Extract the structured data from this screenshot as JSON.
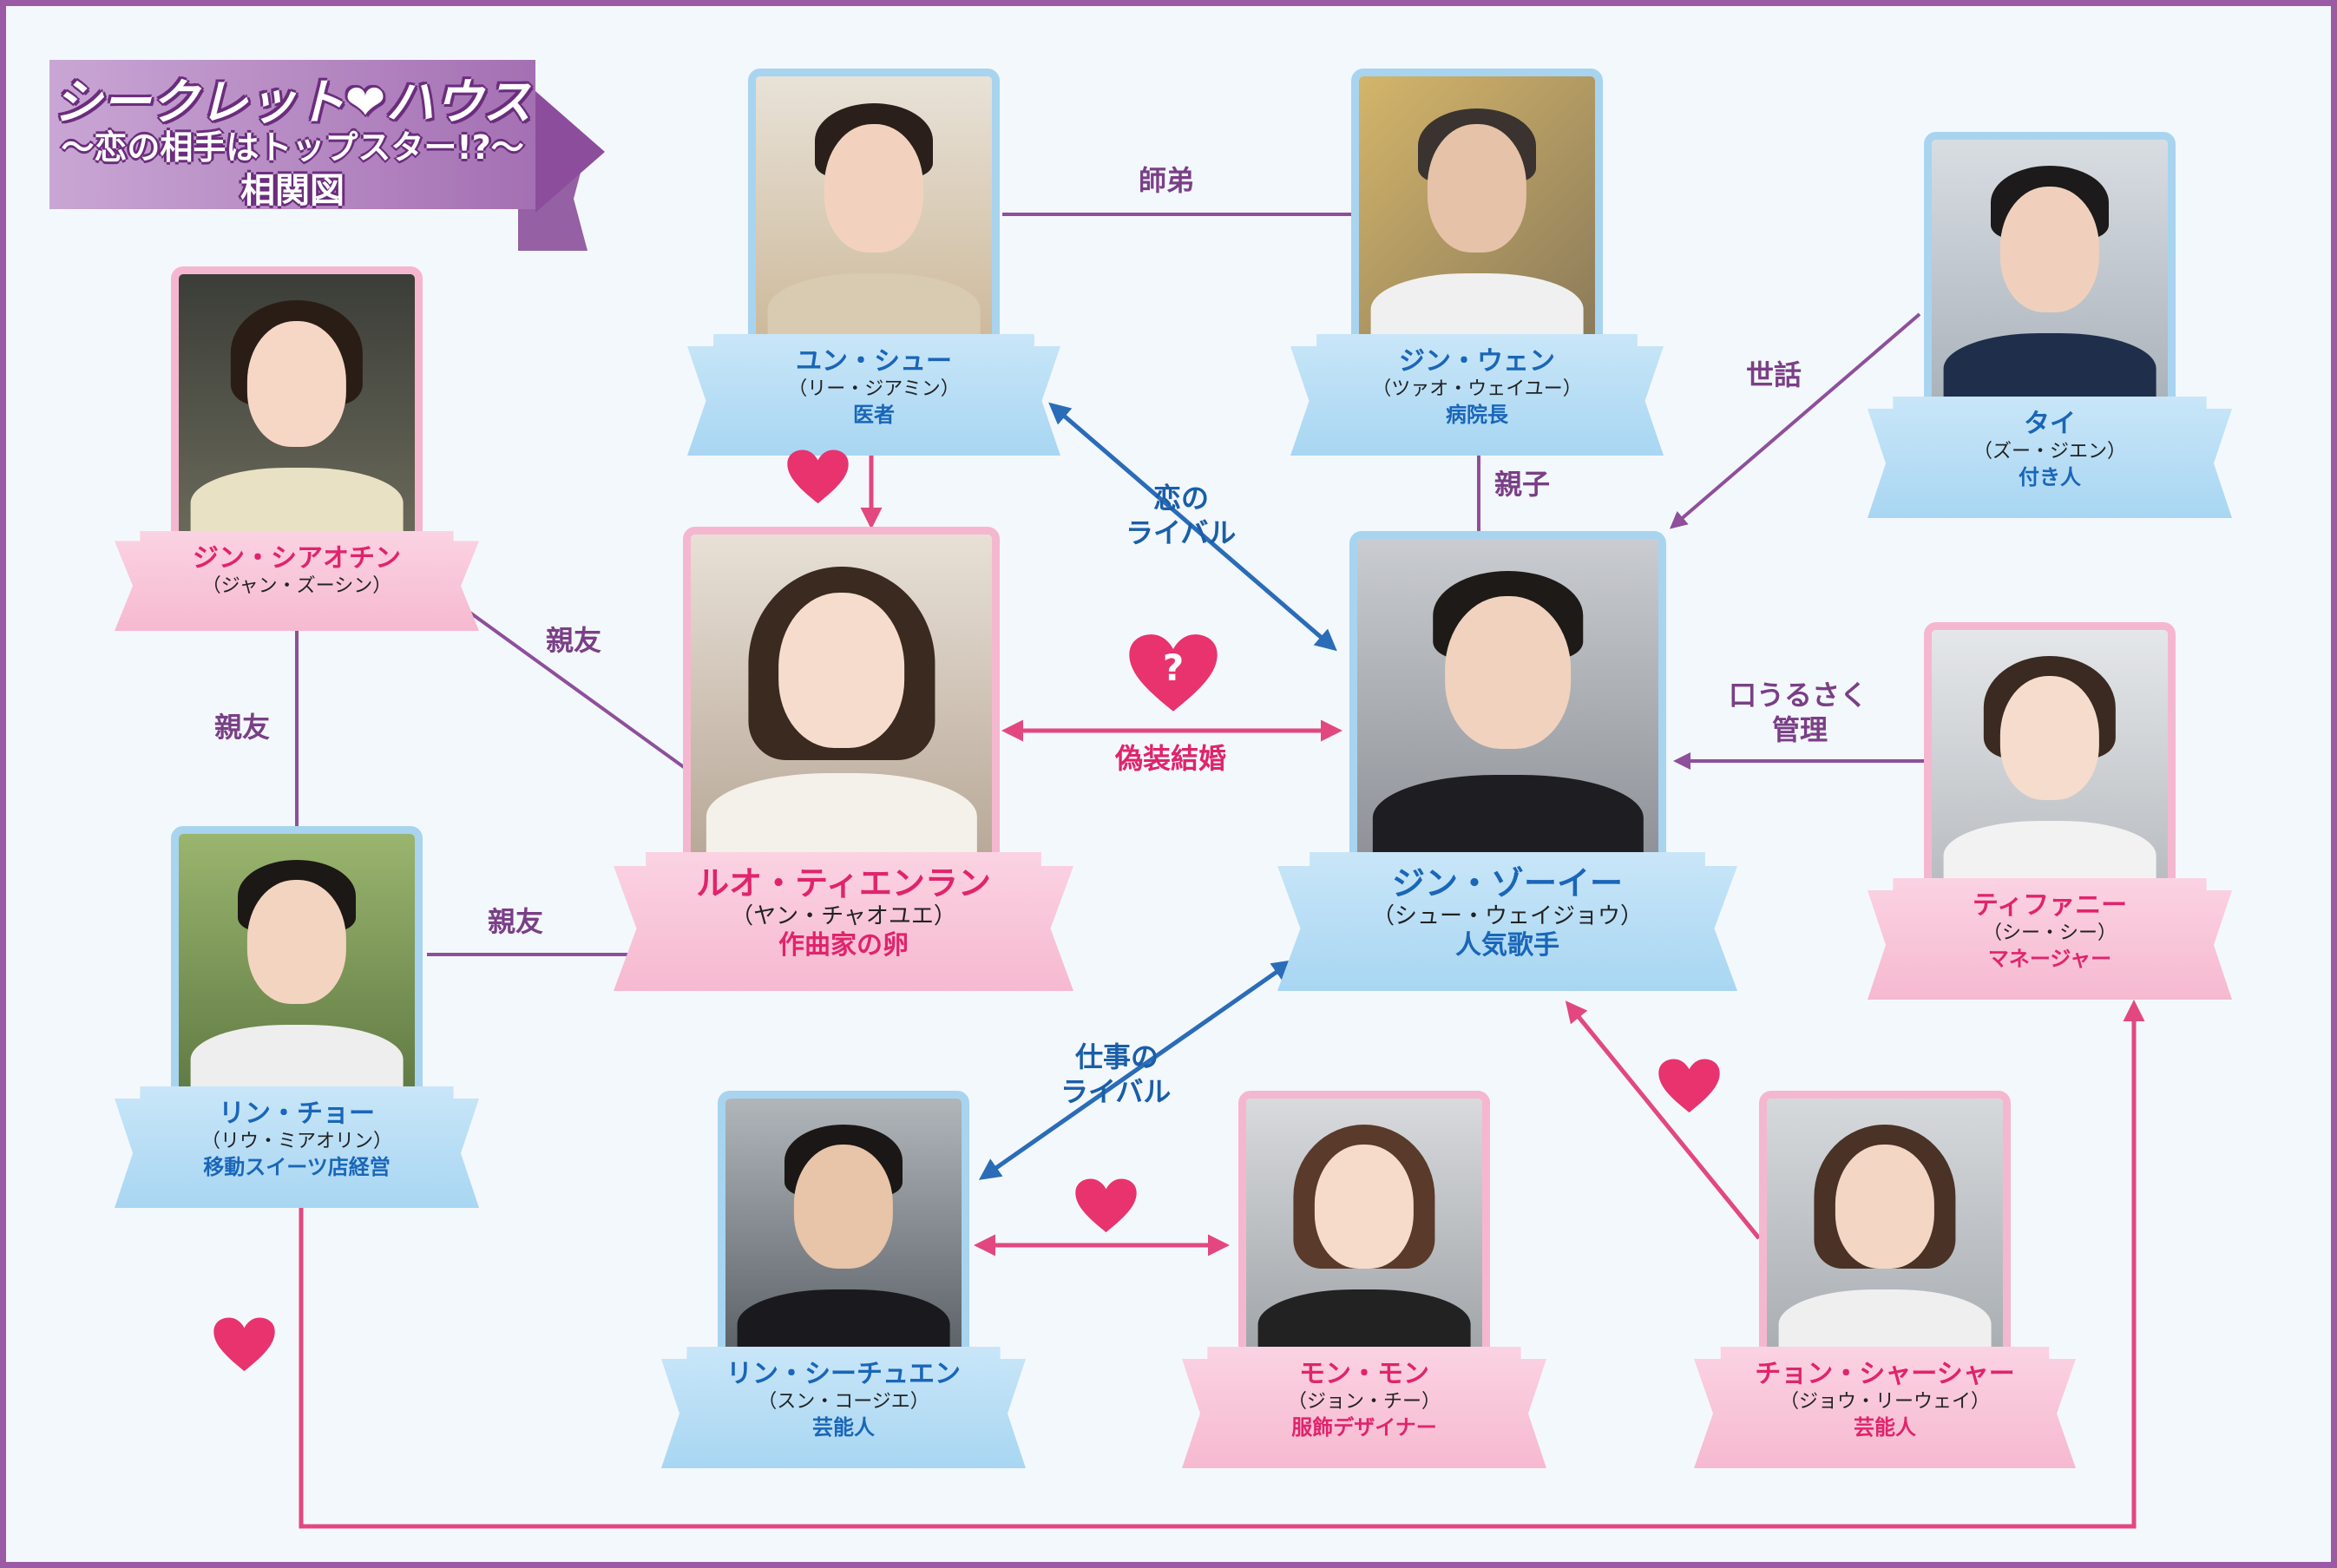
{
  "title": {
    "line1": "シークレット❤ハウス",
    "line2": "～恋の相手はトップスター!?～",
    "line3": "相関図"
  },
  "characters": {
    "yun": {
      "name": "ユン・シュー",
      "actor": "（リー・ジアミン）",
      "role": "医者"
    },
    "wen": {
      "name": "ジン・ウェン",
      "actor": "（ツァオ・ウェイユー）",
      "role": "病院長"
    },
    "tai": {
      "name": "タイ",
      "actor": "（ズー・ジエン）",
      "role": "付き人"
    },
    "xiaoqin": {
      "name": "ジン・シアオチン",
      "actor": "（ジャン・ズーシン）",
      "role": ""
    },
    "luo": {
      "name": "ルオ・ティエンラン",
      "actor": "（ヤン・チャオユエ）",
      "role": "作曲家の卵"
    },
    "zeyi": {
      "name": "ジン・ゾーイー",
      "actor": "（シュー・ウェイジョウ）",
      "role": "人気歌手"
    },
    "tiffany": {
      "name": "ティファニー",
      "actor": "（シー・シー）",
      "role": "マネージャー"
    },
    "lin": {
      "name": "リン・チョー",
      "actor": "（リウ・ミアオリン）",
      "role": "移動スイーツ店経営"
    },
    "linxi": {
      "name": "リン・シーチュエン",
      "actor": "（スン・コージエ）",
      "role": "芸能人"
    },
    "mon": {
      "name": "モン・モン",
      "actor": "（ジョン・チー）",
      "role": "服飾デザイナー"
    },
    "chon": {
      "name": "チョン・シャーシャー",
      "actor": "（ジョウ・リーウェイ）",
      "role": "芸能人"
    }
  },
  "relations": {
    "shitei": "師弟",
    "oyako": "親子",
    "sewa": "世話",
    "koi_rival_1": "恋の",
    "koi_rival_2": "ライバル",
    "gisou": "偽装結婚",
    "question": "?",
    "shinyu_1": "親友",
    "shinyu_2": "親友",
    "shinyu_3": "親友",
    "kuchi_1": "口うるさく",
    "kuchi_2": "管理",
    "shigoto_1": "仕事の",
    "shigoto_2": "ライバル"
  },
  "colors": {
    "purple_line": "#8e4f9b",
    "blue_line": "#2a6cb8",
    "pink_line": "#e2487f",
    "heart": "#e8336e",
    "frame": "#9b5aa6"
  }
}
